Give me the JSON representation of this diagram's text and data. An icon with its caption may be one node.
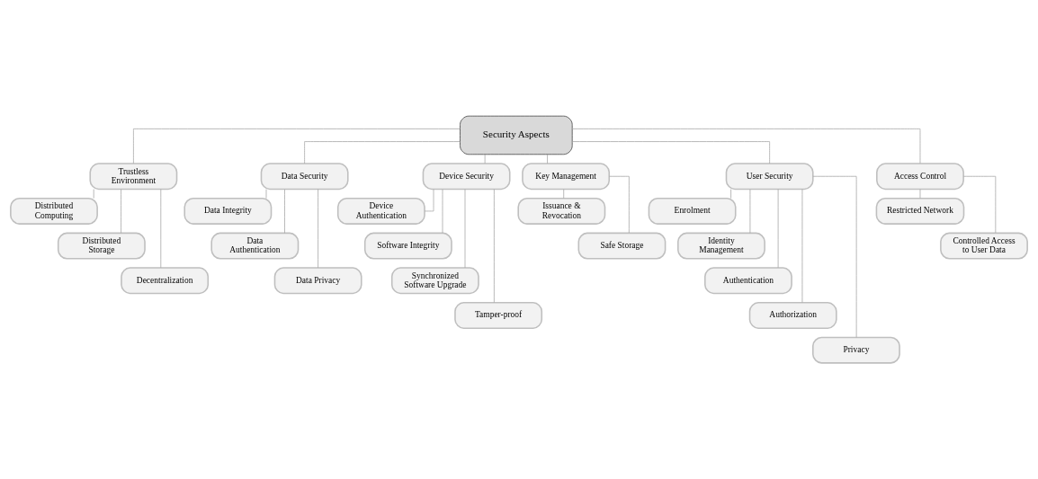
{
  "diagram": {
    "nodes": [
      {
        "text": [
          "Security Aspects"
        ]
      },
      {
        "text": [
          "Trustless Environment"
        ]
      },
      {
        "text": [
          "Distributed Computing"
        ]
      },
      {
        "text": [
          "Distributed Storage"
        ]
      },
      {
        "text": [
          "Decentralization"
        ]
      },
      {
        "text": [
          "Data Security"
        ]
      },
      {
        "text": [
          "Data Integrity"
        ]
      },
      {
        "text": [
          "Data Authentication"
        ]
      },
      {
        "text": [
          "Data Privacy"
        ]
      },
      {
        "text": [
          "Device Security"
        ]
      },
      {
        "text": [
          "Device Authentication"
        ]
      },
      {
        "text": [
          "Software Integrity"
        ]
      },
      {
        "text": [
          "Synchronized Software Upgrade"
        ]
      },
      {
        "text": [
          "Tamper-proof"
        ]
      },
      {
        "text": [
          "Key Management"
        ]
      },
      {
        "text": [
          "Issuance & Revocation"
        ]
      },
      {
        "text": [
          "Safe Storage"
        ]
      },
      {
        "text": [
          "User Security"
        ]
      },
      {
        "text": [
          "Enrolment"
        ]
      },
      {
        "text": [
          "Identity Management"
        ]
      },
      {
        "text": [
          "Authentication"
        ]
      },
      {
        "text": [
          "Authorization"
        ]
      },
      {
        "text": [
          "Privacy"
        ]
      },
      {
        "text": [
          "Access Control"
        ]
      },
      {
        "text": [
          "Restricted Network"
        ]
      },
      {
        "text": [
          "Controlled Access to User Data"
        ]
      }
    ],
    "edges": [
      {
        "from": 0,
        "to": 1,
        "arrow": "none"
      },
      {
        "from": 0,
        "to": 5,
        "arrow": "none"
      },
      {
        "from": 0,
        "to": 9,
        "arrow": "none"
      },
      {
        "from": 0,
        "to": 14,
        "arrow": "none"
      },
      {
        "from": 0,
        "to": 17,
        "arrow": "none"
      },
      {
        "from": 0,
        "to": 23,
        "arrow": "none"
      },
      {
        "from": 1,
        "to": 2,
        "arrow": "none"
      },
      {
        "from": 1,
        "to": 3,
        "arrow": "none"
      },
      {
        "from": 1,
        "to": 4,
        "arrow": "none"
      },
      {
        "from": 5,
        "to": 6,
        "arrow": "none"
      },
      {
        "from": 5,
        "to": 7,
        "arrow": "none"
      },
      {
        "from": 5,
        "to": 8,
        "arrow": "none"
      },
      {
        "from": 9,
        "to": 10,
        "arrow": "none"
      },
      {
        "from": 9,
        "to": 11,
        "arrow": "none"
      },
      {
        "from": 9,
        "to": 12,
        "arrow": "none"
      },
      {
        "from": 9,
        "to": 13,
        "arrow": "none"
      },
      {
        "from": 14,
        "to": 15,
        "arrow": "none"
      },
      {
        "from": 14,
        "to": 16,
        "arrow": "none"
      },
      {
        "from": 17,
        "to": 18,
        "arrow": "none"
      },
      {
        "from": 17,
        "to": 19,
        "arrow": "none"
      },
      {
        "from": 17,
        "to": 20,
        "arrow": "none"
      },
      {
        "from": 17,
        "to": 21,
        "arrow": "none"
      },
      {
        "from": 17,
        "to": 22,
        "arrow": "none"
      },
      {
        "from": 23,
        "to": 24,
        "arrow": "none"
      },
      {
        "from": 23,
        "to": 25,
        "arrow": "none"
      }
    ]
  }
}
